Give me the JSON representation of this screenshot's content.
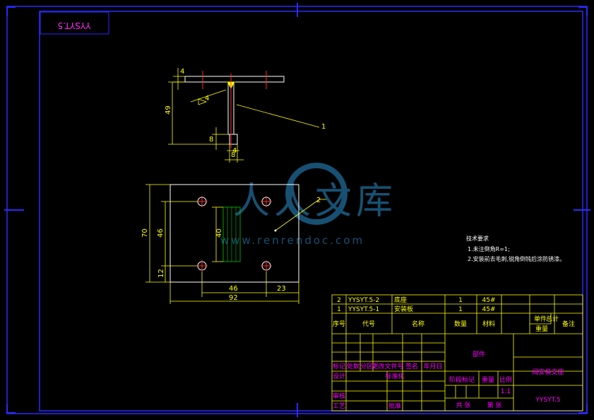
{
  "drawing": {
    "corner_code": "YYSYT.5",
    "drawing_number": "YYSYT.5",
    "drawing_title": "阀安装支座",
    "assembly_label": "部件"
  },
  "watermark": {
    "brand": "人人文库",
    "url": "www.renrendoc.com"
  },
  "front_view": {
    "dims": [
      "4",
      "49",
      "8",
      "4",
      "8",
      "4"
    ],
    "leader_label": "1"
  },
  "top_view": {
    "dims": [
      "70",
      "46",
      "40",
      "12",
      "46",
      "23",
      "92"
    ],
    "leader_label": "2"
  },
  "tech_notes": {
    "title": "技术要求",
    "line1": "1.未注倒角R=1;",
    "line2": "2.安装前去毛刺,锐角倒钝后涂防锈漆。"
  },
  "parts_list": [
    {
      "seq": "2",
      "code": "YYSYT.5-2",
      "name": "底座",
      "qty": "1",
      "material": "45#"
    },
    {
      "seq": "1",
      "code": "YYSYT.5-1",
      "name": "安装板",
      "qty": "1",
      "material": "45#"
    }
  ],
  "parts_header": {
    "seq": "序号",
    "code": "代号",
    "name": "名称",
    "qty": "数量",
    "material": "材料",
    "unit": "单件",
    "total": "总计",
    "weight": "重量",
    "remark": "备注"
  },
  "revision_header": {
    "mark": "标记",
    "count": "处数",
    "zone": "分区",
    "doc": "更改文件号",
    "sign": "签名",
    "date": "年月日"
  },
  "approval_labels": {
    "design": "设计",
    "standard": "标准化",
    "review": "审核",
    "process": "工艺",
    "approve": "批准"
  },
  "stage_labels": {
    "stage": "阶段标记",
    "weight": "重量",
    "scale": "比例",
    "scale_value": "1:1",
    "sheets": "共 张",
    "sheet": "第 张"
  }
}
